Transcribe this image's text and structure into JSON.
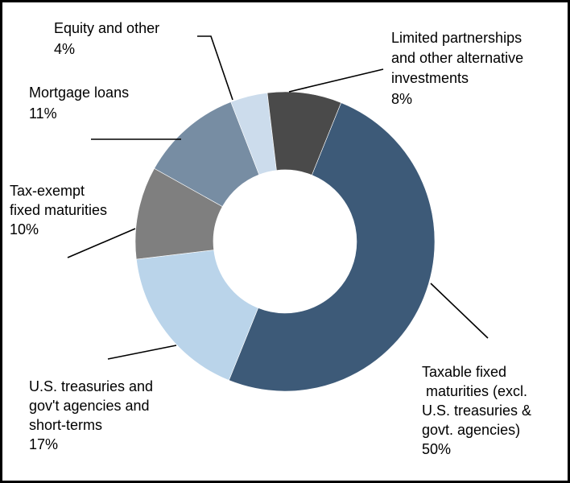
{
  "chart_data": {
    "type": "pie",
    "donut": true,
    "title": "",
    "slices": [
      {
        "label_lines": [
          "Taxable fixed",
          " maturities (excl.",
          "U.S. treasuries &",
          "govt. agencies)"
        ],
        "value": 50,
        "value_label": "50%",
        "color": "#3d5a78"
      },
      {
        "label_lines": [
          "U.S. treasuries and",
          "gov't agencies and",
          "short-terms"
        ],
        "value": 17,
        "value_label": "17%",
        "color": "#bad4ea"
      },
      {
        "label_lines": [
          "Tax-exempt",
          "fixed maturities"
        ],
        "value": 10,
        "value_label": "10%",
        "color": "#7f7f7f"
      },
      {
        "label_lines": [
          "Mortgage loans"
        ],
        "value": 11,
        "value_label": "11%",
        "color": "#778da3"
      },
      {
        "label_lines": [
          "Equity and other"
        ],
        "value": 4,
        "value_label": "4%",
        "color": "#ccdcec"
      },
      {
        "label_lines": [
          "Limited partnerships",
          "and other alternative",
          "investments"
        ],
        "value": 8,
        "value_label": "8%",
        "color": "#4a4a4a"
      }
    ],
    "legend": "none",
    "labels": "outside-with-leader-lines"
  }
}
